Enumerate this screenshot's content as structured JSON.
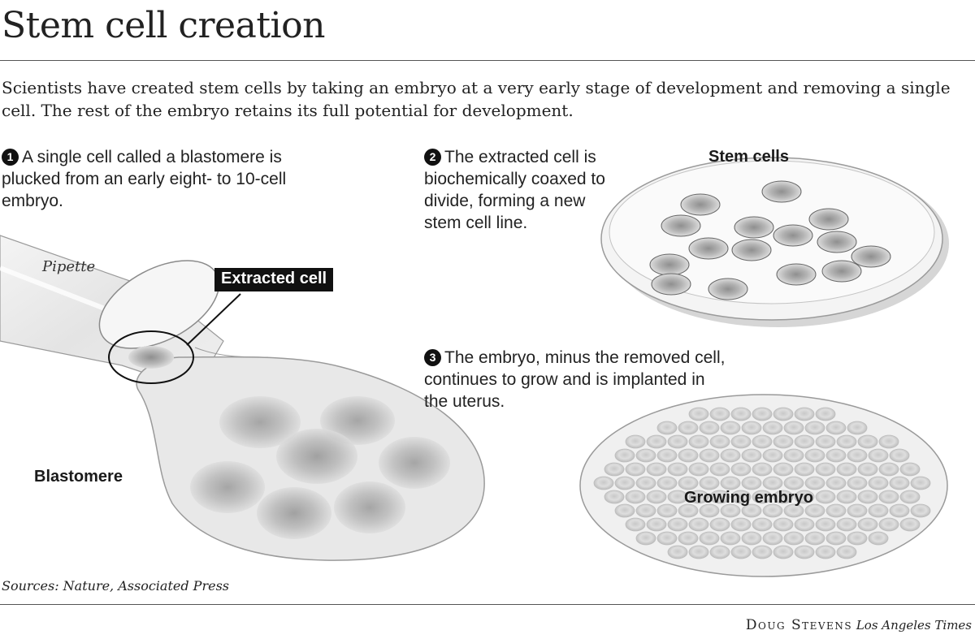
{
  "title": "Stem cell creation",
  "intro": "Scientists have created stem cells by taking an embryo at a very early stage of development and removing a single cell. The rest of the embryo retains its full potential for development.",
  "steps": [
    {
      "number": "1",
      "text": "A single cell called a blastomere is plucked from an early eight- to 10-cell embryo."
    },
    {
      "number": "2",
      "text": "The extracted cell is biochemically coaxed to divide, forming a new stem cell line."
    },
    {
      "number": "3",
      "text": "The embryo, minus the removed cell, continues to grow and is implanted in the uterus."
    }
  ],
  "labels": {
    "pipette": "Pipette",
    "extracted_cell": "Extracted cell",
    "blastomere": "Blastomere",
    "stem_cells": "Stem cells",
    "growing_embryo": "Growing embryo"
  },
  "sources": "Sources: Nature, Associated Press",
  "credit": {
    "artist": "Doug Stevens",
    "outlet": "Los Angeles Times"
  }
}
